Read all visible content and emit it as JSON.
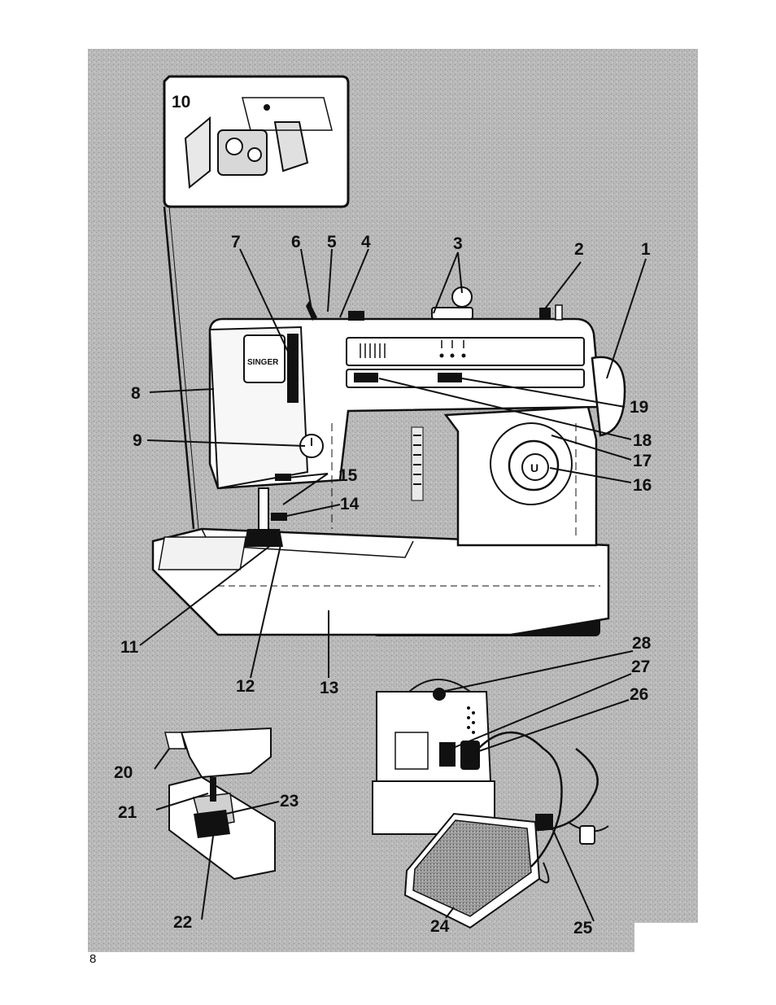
{
  "brand_label": "SINGER",
  "page_number": "8",
  "callouts": [
    {
      "id": "1",
      "label": "1"
    },
    {
      "id": "2",
      "label": "2"
    },
    {
      "id": "3",
      "label": "3"
    },
    {
      "id": "4",
      "label": "4"
    },
    {
      "id": "5",
      "label": "5"
    },
    {
      "id": "6",
      "label": "6"
    },
    {
      "id": "7",
      "label": "7"
    },
    {
      "id": "8",
      "label": "8"
    },
    {
      "id": "9",
      "label": "9"
    },
    {
      "id": "10",
      "label": "10"
    },
    {
      "id": "11",
      "label": "11"
    },
    {
      "id": "12",
      "label": "12"
    },
    {
      "id": "13",
      "label": "13"
    },
    {
      "id": "14",
      "label": "14"
    },
    {
      "id": "15",
      "label": "15"
    },
    {
      "id": "16",
      "label": "16"
    },
    {
      "id": "17",
      "label": "17"
    },
    {
      "id": "18",
      "label": "18"
    },
    {
      "id": "19",
      "label": "19"
    },
    {
      "id": "20",
      "label": "20"
    },
    {
      "id": "21",
      "label": "21"
    },
    {
      "id": "22",
      "label": "22"
    },
    {
      "id": "23",
      "label": "23"
    },
    {
      "id": "24",
      "label": "24"
    },
    {
      "id": "25",
      "label": "25"
    },
    {
      "id": "26",
      "label": "26"
    },
    {
      "id": "27",
      "label": "27"
    },
    {
      "id": "28",
      "label": "28"
    }
  ]
}
